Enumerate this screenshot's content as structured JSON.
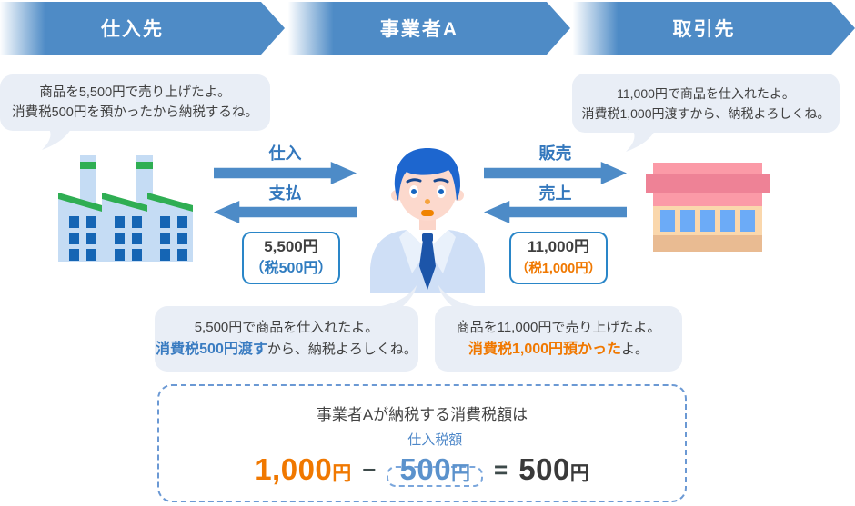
{
  "banners": [
    {
      "label": "仕入先"
    },
    {
      "label": "事業者A"
    },
    {
      "label": "取引先"
    }
  ],
  "bubbles": {
    "top_left": {
      "line1": "商品を5,500円で売り上げたよ。",
      "line2": "消費税500円を預かったから納税するね。"
    },
    "top_right": {
      "line1": "11,000円で商品を仕入れたよ。",
      "line2": "消費税1,000円渡すから、納税よろしくね。"
    },
    "bottom_left": {
      "line1": "5,500円で商品を仕入れたよ。",
      "line2_highlight": "消費税500円渡す",
      "line2_rest": "から、納税よろしくね。"
    },
    "bottom_right": {
      "line1": "商品を11,000円で売り上げたよ。",
      "line2_highlight": "消費税1,000円預かった",
      "line2_rest": "よ。"
    }
  },
  "flows": {
    "purchase": "仕入",
    "payment": "支払",
    "sale": "販売",
    "revenue": "売上"
  },
  "price_boxes": {
    "left": {
      "amount": "5,500円",
      "tax": "（税500円）"
    },
    "right": {
      "amount": "11,000円",
      "tax": "（税1,000円）"
    }
  },
  "summary": {
    "title": "事業者Aが納税する消費税額は",
    "purchase_tax_label": "仕入税額",
    "minuend": "1,000",
    "minuend_unit": "円",
    "minus": "−",
    "subtrahend": "500",
    "subtrahend_unit": "円",
    "equals": "=",
    "result": "500",
    "result_unit": "円"
  },
  "icons": {
    "factory": "factory-icon",
    "person": "businessperson-icon",
    "shop": "storefront-icon"
  },
  "colors": {
    "banner_blue": "#4e8bc6",
    "arrow_blue": "#4d8bc7",
    "label_blue": "#3478bd",
    "accent_blue": "#3a7cc1",
    "accent_orange": "#f07800",
    "bubble_bg": "#e9eef6",
    "box_border_blue": "#2a86c8",
    "dashed_border_blue": "#6b99d4"
  }
}
